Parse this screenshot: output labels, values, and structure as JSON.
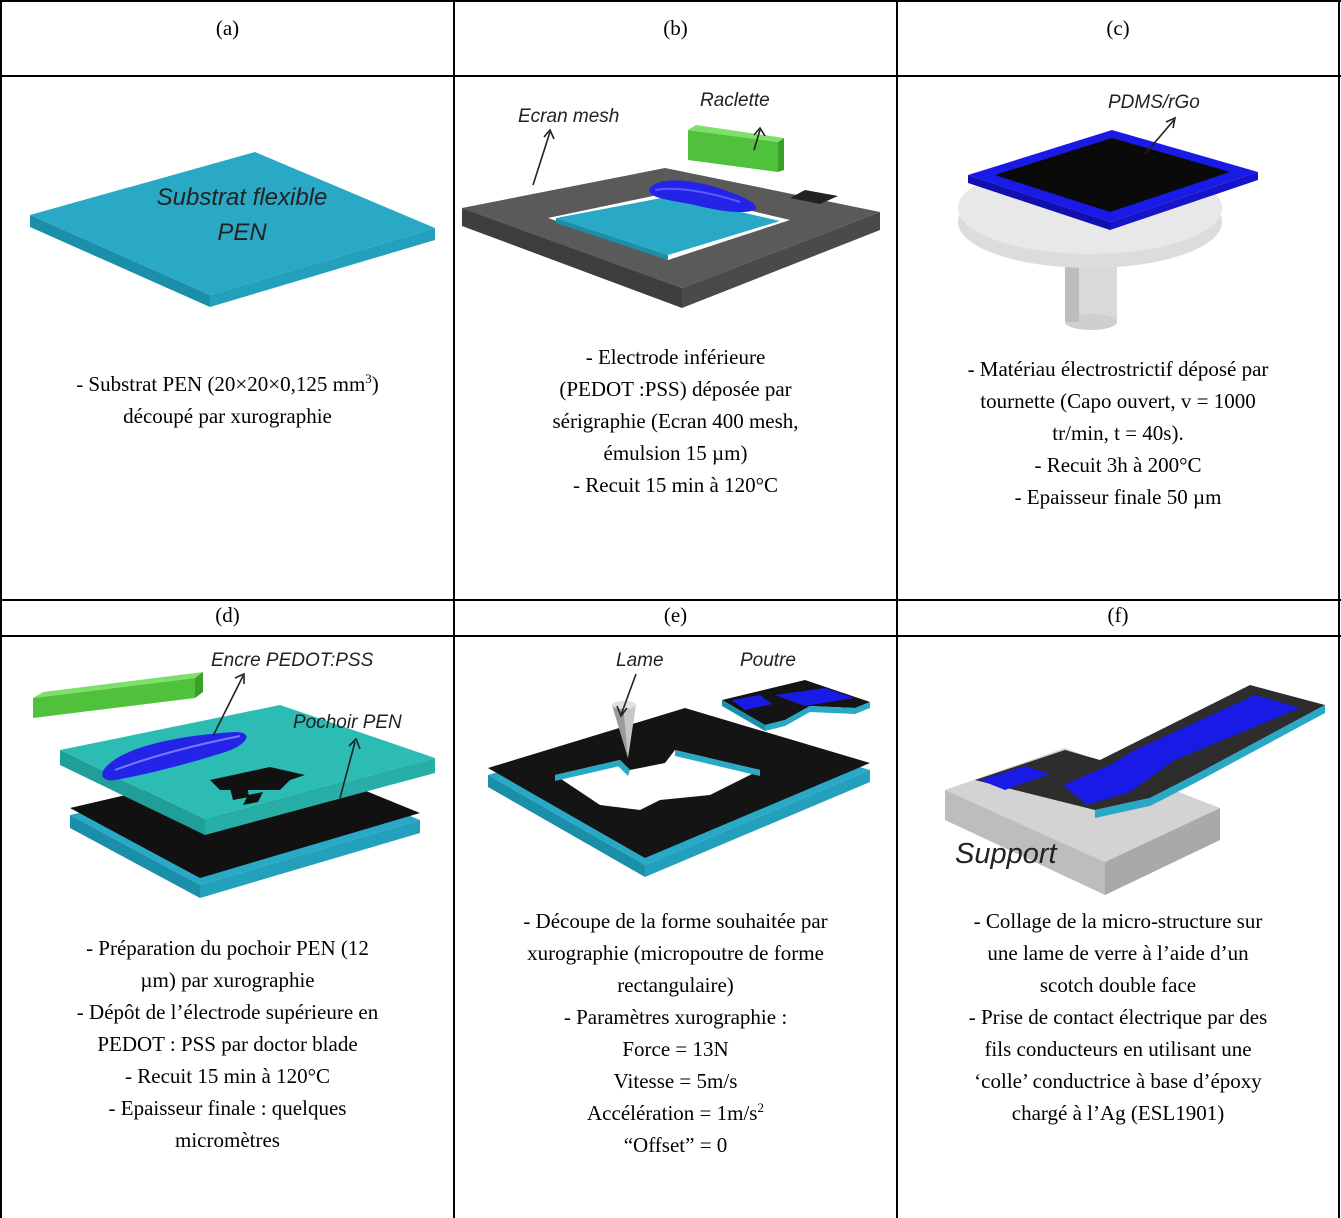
{
  "headers": [
    "(a)",
    "(b)",
    "(c)",
    "(d)",
    "(e)",
    "(f)"
  ],
  "cells": {
    "a": {
      "labels": {
        "substrate_line1": "Substrat flexible",
        "substrate_line2": "PEN"
      },
      "caption": {
        "line1_pre": "- Substrat PEN (20×20×0,125 mm",
        "line1_sup": "3",
        "line1_post": ")",
        "line2": "découpé par xurographie"
      }
    },
    "b": {
      "labels": {
        "screen": "Ecran mesh",
        "squeegee": "Raclette"
      },
      "caption": [
        "- Electrode inférieure",
        "(PEDOT :PSS) déposée par",
        "sérigraphie (Ecran 400 mesh,",
        "émulsion 15 µm)",
        "- Recuit 15 min à 120°C"
      ]
    },
    "c": {
      "labels": {
        "material": "PDMS/rGo"
      },
      "caption": [
        "- Matériau électrostrictif déposé par",
        "tournette (Capo ouvert, v = 1000",
        "tr/min, t = 40s).",
        "- Recuit 3h à 200°C",
        "- Epaisseur finale 50 µm"
      ]
    },
    "d": {
      "labels": {
        "ink": "Encre PEDOT:PSS",
        "stencil": "Pochoir PEN"
      },
      "caption": [
        "- Préparation du pochoir PEN (12",
        "µm) par xurographie",
        "- Dépôt de l’électrode supérieure en",
        "PEDOT : PSS par doctor blade",
        "- Recuit 15 min à 120°C",
        "- Epaisseur finale : quelques",
        "micromètres"
      ]
    },
    "e": {
      "labels": {
        "blade": "Lame",
        "beam": "Poutre"
      },
      "caption": {
        "lines": [
          "- Découpe de la forme souhaitée par",
          "xurographie (micropoutre de forme",
          "rectangulaire)",
          "- Paramètres xurographie :",
          "Force = 13N",
          "Vitesse = 5m/s"
        ],
        "accel_pre": "Accélération = 1m/s",
        "accel_sup": "2",
        "offset": "“Offset” = 0"
      }
    },
    "f": {
      "labels": {
        "support": "Support"
      },
      "caption": [
        "- Collage de la micro-structure sur",
        "une lame de verre à l’aide d’un",
        "scotch double face",
        "- Prise de contact électrique par des",
        "fils conducteurs en utilisant une",
        "‘colle’ conductrice à base d’époxy",
        "chargé à l’Ag (ESL1901)"
      ]
    }
  },
  "colors": {
    "pen": "#29a9c6",
    "pedot": "#1a1ae6",
    "squeegee": "#4fc13a",
    "screen": "#5a5a5a",
    "black_layer": "#141414",
    "stencil": "#2cbcb4"
  }
}
